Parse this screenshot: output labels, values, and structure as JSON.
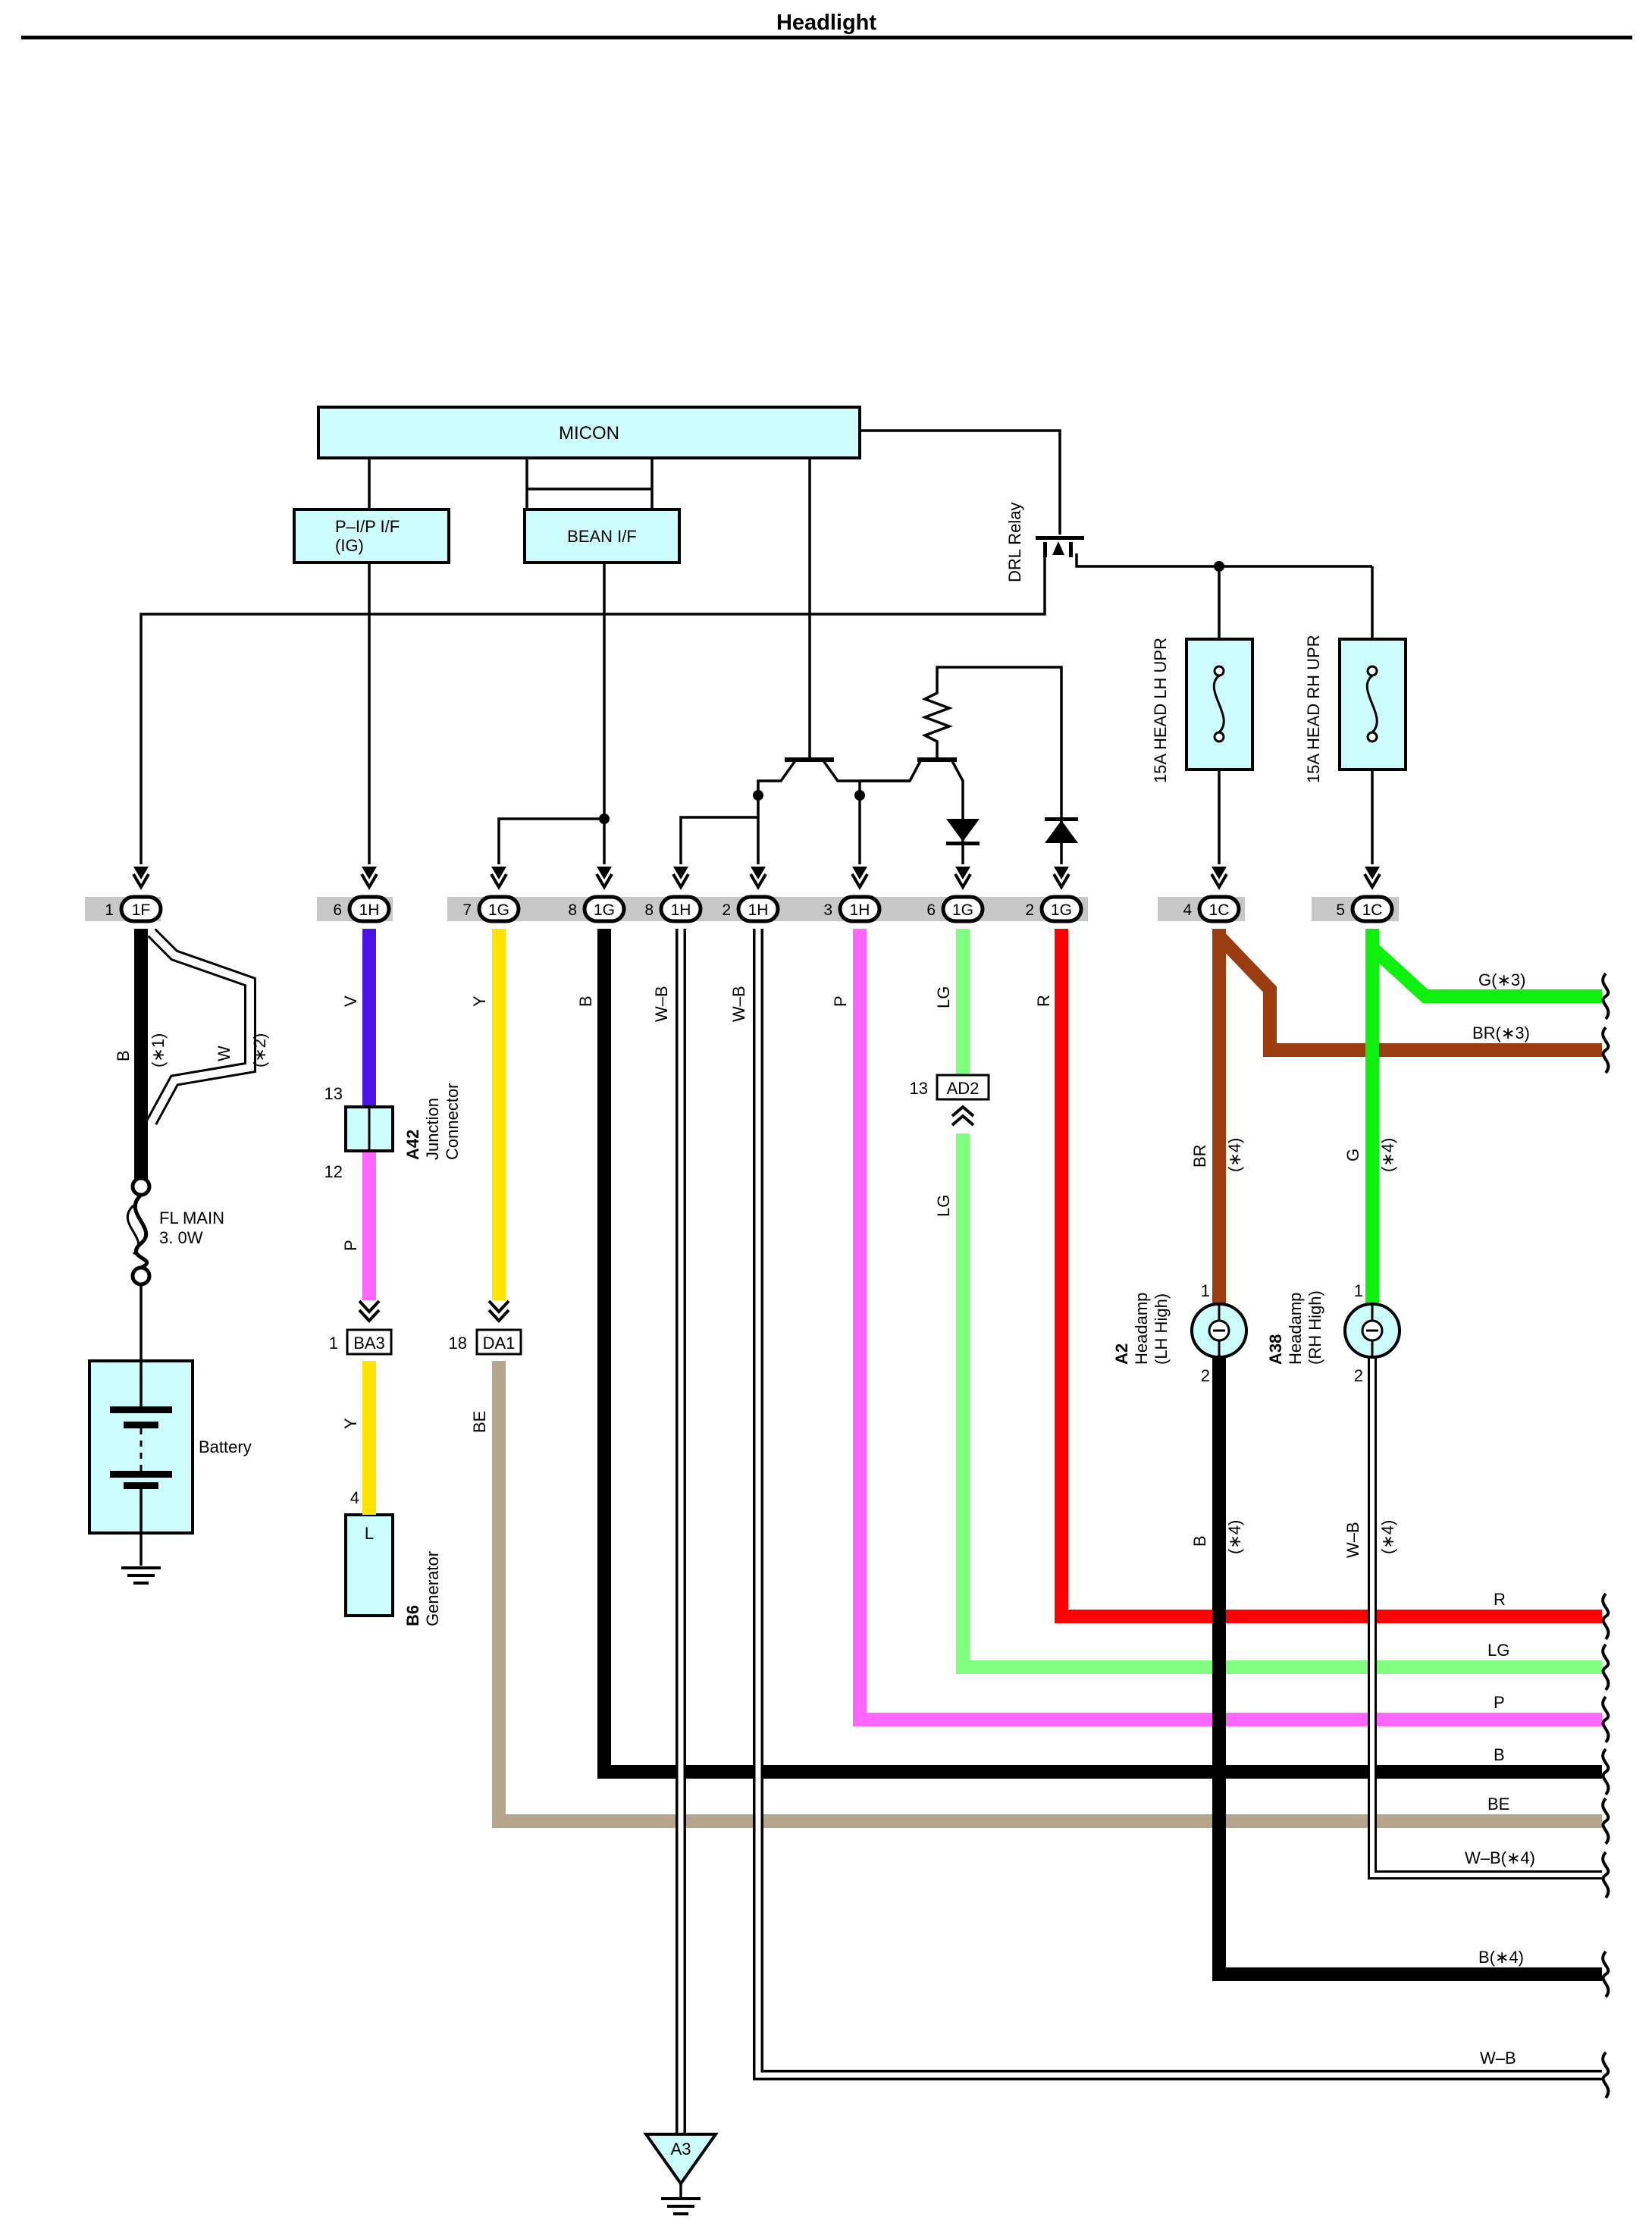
{
  "title": "Headlight",
  "colors": {
    "box_fill": "#ccfcfc",
    "B": "#000000",
    "W": "#ffffff",
    "V": "#4b12e6",
    "P": "#ff66ff",
    "Y": "#ffe400",
    "LG": "#80ff80",
    "R": "#ff0000",
    "BR": "#9b3d0e",
    "G": "#10f010",
    "BE": "#b5a58c",
    "connector_bar": "#c8c8c8"
  },
  "modules": {
    "micon": "MICON",
    "pip_if_line1": "P–I/P I/F",
    "pip_if_line2": "(IG)",
    "bean_if": "BEAN I/F",
    "drl_relay": "DRL Relay"
  },
  "fuses": {
    "lh": "15A HEAD LH UPR",
    "rh": "15A HEAD RH UPR",
    "fl_main_line1": "FL MAIN",
    "fl_main_line2": "3. 0W"
  },
  "connectors": [
    {
      "pin": "1",
      "id": "1F"
    },
    {
      "pin": "6",
      "id": "1H"
    },
    {
      "pin": "7",
      "id": "1G"
    },
    {
      "pin": "8",
      "id": "1G"
    },
    {
      "pin": "8",
      "id": "1H"
    },
    {
      "pin": "2",
      "id": "1H"
    },
    {
      "pin": "3",
      "id": "1H"
    },
    {
      "pin": "6",
      "id": "1G"
    },
    {
      "pin": "2",
      "id": "1G"
    },
    {
      "pin": "4",
      "id": "1C"
    },
    {
      "pin": "5",
      "id": "1C"
    }
  ],
  "wire_labels": {
    "b_star1": "B",
    "star1": "(∗1)",
    "w_star2": "W",
    "star2": "(∗2)",
    "v": "V",
    "p": "P",
    "y": "Y",
    "be": "BE",
    "b": "B",
    "wb": "W–B",
    "wb2": "W–B",
    "p2": "P",
    "lg": "LG",
    "lg2": "LG",
    "r": "R",
    "br4": "BR",
    "br4s": "(∗4)",
    "g4": "G",
    "g4s": "(∗4)",
    "b4": "B",
    "b4s": "(∗4)",
    "wb4": "W–B",
    "wb4s": "(∗4)"
  },
  "right_labels": {
    "g3": "G(∗3)",
    "br3": "BR(∗3)",
    "r": "R",
    "lg": "LG",
    "p": "P",
    "b": "B",
    "be": "BE",
    "wb4": "W–B(∗4)",
    "b4": "B(∗4)",
    "wb": "W–B"
  },
  "junction": {
    "code": "A42",
    "line1": "Junction",
    "line2": "Connector",
    "pin_top": "13",
    "pin_bottom": "12"
  },
  "inline_connectors": {
    "ba3": "BA3",
    "ba3_pin": "1",
    "da1": "DA1",
    "da1_pin": "18",
    "ad2": "AD2",
    "ad2_pin": "13"
  },
  "battery": "Battery",
  "generator": {
    "code": "B6",
    "name": "Generator",
    "terminal": "L",
    "pin": "4"
  },
  "headlamps": {
    "lh_code": "A2",
    "lh_line1": "Headamp",
    "lh_line2": "(LH High)",
    "rh_code": "A38",
    "rh_line1": "Headamp",
    "rh_line2": "(RH High)",
    "pin1": "1",
    "pin2": "2"
  },
  "ground": "A3"
}
